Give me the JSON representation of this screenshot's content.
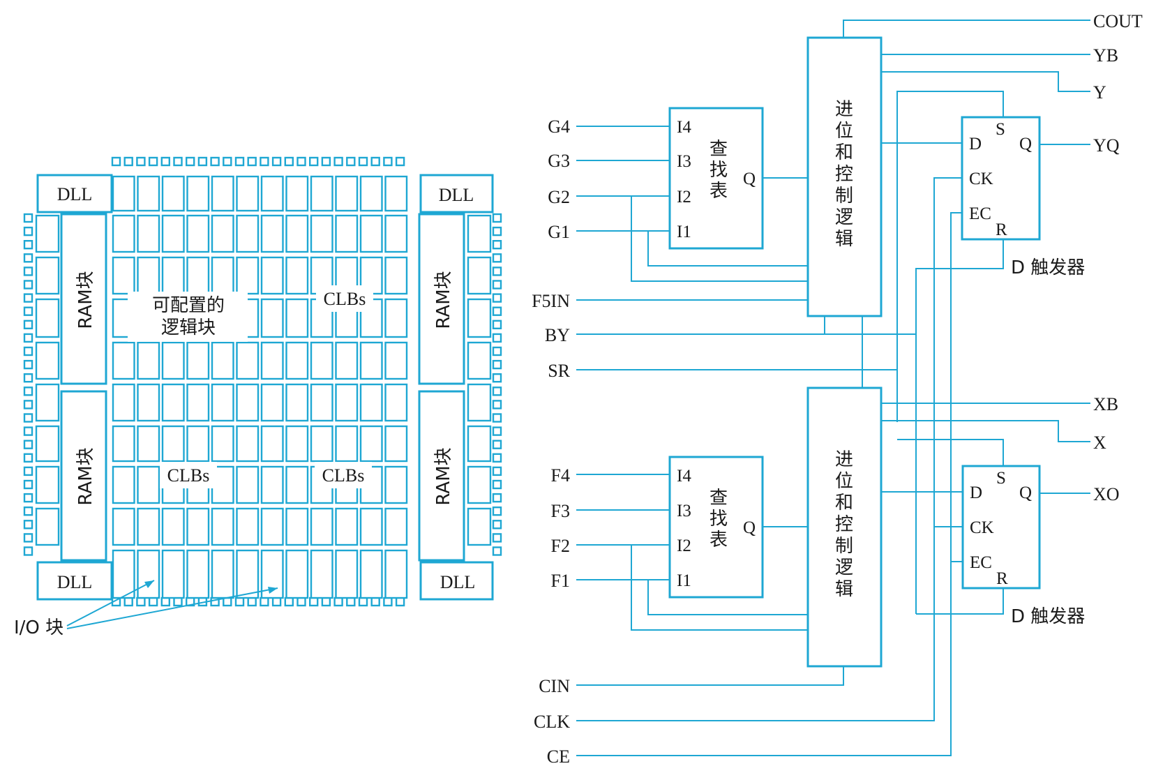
{
  "colors": {
    "line": "#1ea7d3",
    "text": "#1a1a1a",
    "background": "#ffffff"
  },
  "fpga": {
    "dll_label": "DLL",
    "ram_label": "RAM块",
    "configurable_logic_label_line1": "可配置的",
    "configurable_logic_label_line2": "逻辑块",
    "clbs_label": "CLBs",
    "io_label": "I/O 块"
  },
  "slice": {
    "lut_title": "查找表",
    "lut_pins": [
      "I4",
      "I3",
      "I2",
      "I1"
    ],
    "lut_output": "Q",
    "carry_title": "进位和控制逻辑",
    "ff_pins": {
      "s": "S",
      "d": "D",
      "q": "Q",
      "ck": "CK",
      "ec": "EC",
      "r": "R"
    },
    "ff_title": "D 触发器",
    "upper_inputs": [
      "G4",
      "G3",
      "G2",
      "G1"
    ],
    "lower_inputs": [
      "F4",
      "F3",
      "F2",
      "F1"
    ],
    "side_inputs": [
      "F5IN",
      "BY",
      "SR"
    ],
    "bottom_inputs": [
      "CIN",
      "CLK",
      "CE"
    ],
    "upper_outputs": [
      "COUT",
      "YB",
      "Y",
      "YQ"
    ],
    "lower_outputs": [
      "XB",
      "X",
      "XO"
    ]
  }
}
